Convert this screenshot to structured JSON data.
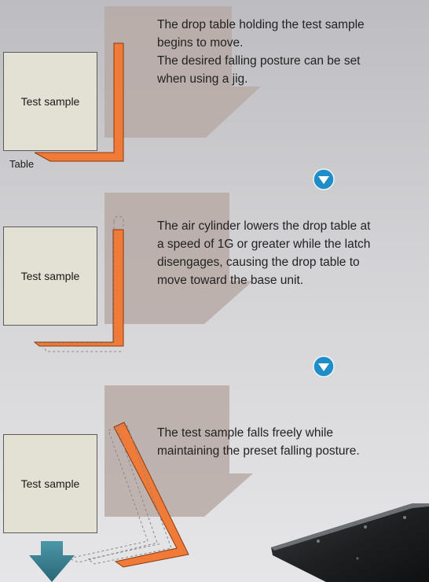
{
  "steps": [
    {
      "sample_label": "Test sample",
      "table_label": "Table",
      "description": "The drop table holding the test sample\nbegins to move.\nThe desired falling posture can be set\nwhen using a jig."
    },
    {
      "sample_label": "Test sample",
      "description": "The air cylinder lowers the drop table at\na speed of 1G or greater while the latch\ndisengages, causing the drop table to\nmove toward the base unit."
    },
    {
      "sample_label": "Test sample",
      "description": "The test sample falls freely while\n    maintaining the preset falling posture."
    }
  ],
  "colors": {
    "table_orange": "#f07a38",
    "table_outline": "#8a3a10",
    "step_icon": "#1f8ec8",
    "bg_arrow": "#b7aaa6"
  }
}
